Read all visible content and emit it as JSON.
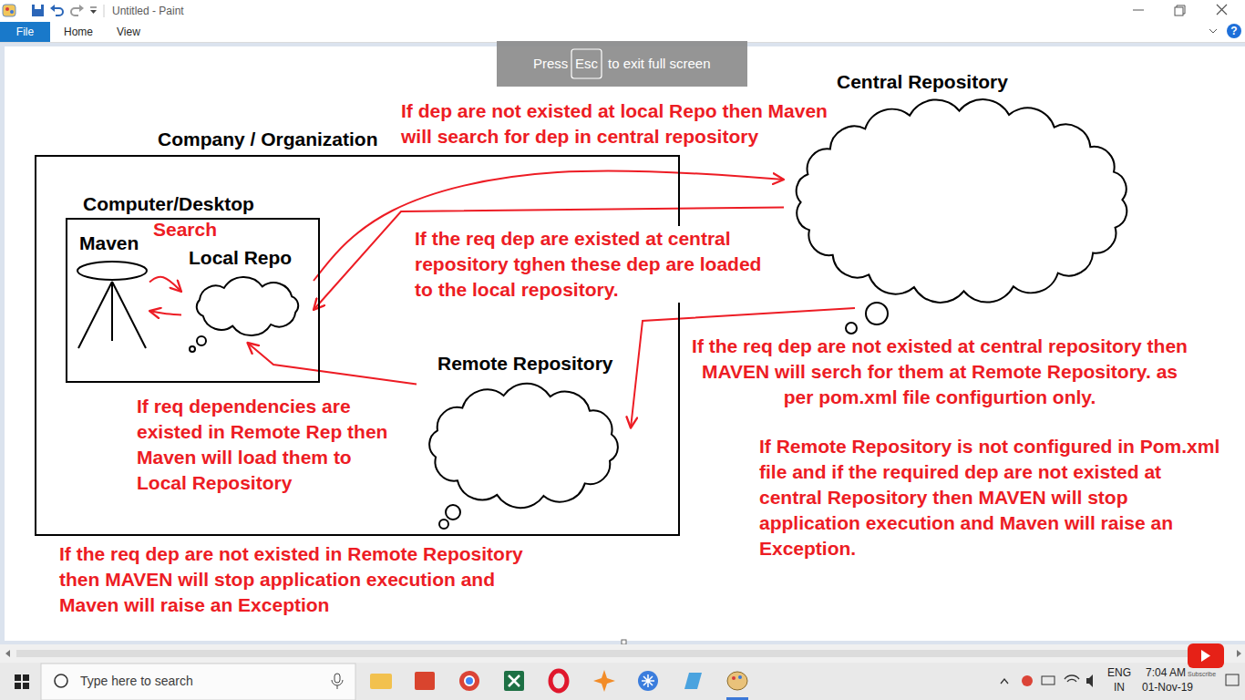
{
  "diagram": {
    "nodes": [
      {
        "text": [
          "Company / Organization"
        ]
      },
      {
        "text": [
          "Computer/Desktop"
        ],
        "in": 0
      },
      {
        "text": [
          "Maven"
        ],
        "in": 1
      },
      {
        "text": [
          "Local Repo"
        ],
        "in": 1
      },
      {
        "text": [
          "Remote Repository"
        ],
        "in": 0
      },
      {
        "text": [
          "Central Repository"
        ]
      }
    ],
    "edges": [
      {
        "from": 2,
        "to": 3,
        "label": "Search",
        "arrow": "to"
      },
      {
        "from": 3,
        "to": 2,
        "arrow": "to"
      },
      {
        "from": 3,
        "to": 5,
        "label": "If dep are not existed at local Repo then Maven will search for dep in central repository",
        "arrow": "to"
      },
      {
        "from": 5,
        "to": 3,
        "label": "If the req dep are existed at central repository tghen these dep are loaded to the local repository.",
        "arrow": "to"
      },
      {
        "from": 5,
        "to": 4,
        "label": "If the req dep are not existed at central repository then MAVEN will serch for them at Remote Repository. as per pom.xml file configurtion only.",
        "arrow": "to"
      },
      {
        "from": 4,
        "to": 3,
        "label": "If req dependencies are existed in Remote Rep then Maven will load them to Local Repository",
        "arrow": "to"
      }
    ],
    "labels": [
      "Untitled - Paint",
      "File",
      "Home",
      "View",
      "?",
      "Press",
      "Esc",
      "to exit full screen",
      "If Remote Repository is not configured in Pom.xml file and if the required dep are not existed at central Repository then MAVEN will stop application execution and Maven will raise an Exception.",
      "If the req dep are not existed in Remote Repository then MAVEN will stop application execution and Maven will raise an Exception",
      "Type here to search",
      "ENG",
      "IN",
      "7:04 AM",
      "01-Nov-19",
      "Subscribe"
    ]
  }
}
